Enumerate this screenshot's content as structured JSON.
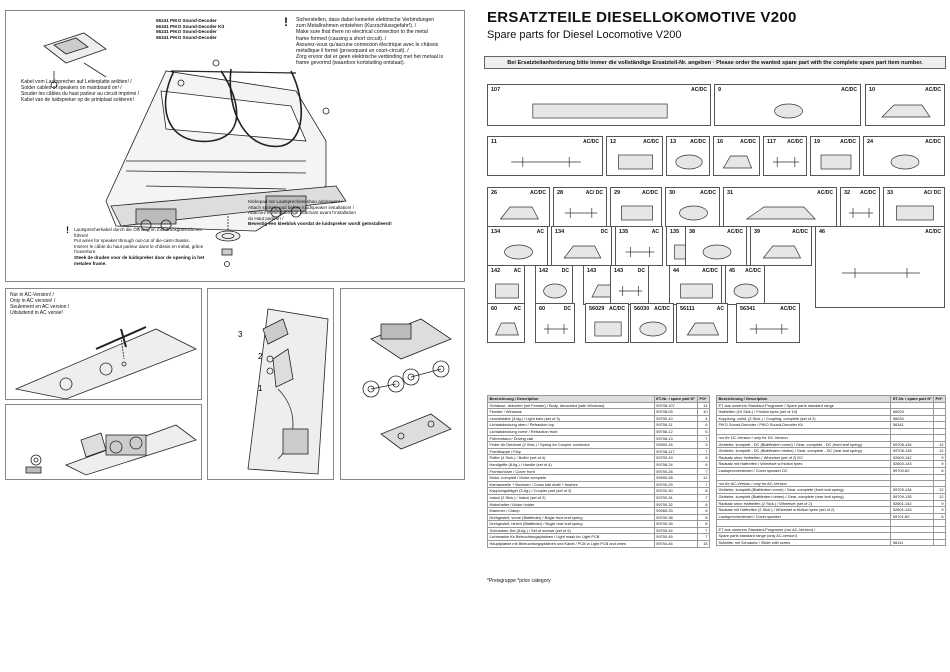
{
  "header": {
    "title": "ERSATZTEILE DIESELLOKOMOTIVE V200",
    "subtitle": "Spare parts for Diesel Locomotive V200",
    "banner": "Bei Ersatzteilanforderung bitte immer die vollständige Ersatzteil-Nr. angeben · Please order the wanted spare part with the complete spare part item number."
  },
  "top_left": {
    "decoder_lines": [
      "56241 PIKO Sound-Decoder",
      "56341 PIKO Sound-Decoder Kit",
      "56241 PIKO Sound-Decoder",
      "56341 PIKO Sound-Decoder"
    ],
    "warning_lines": [
      "Sicherstellen, dass dabei keinerlei elektrische Verbindungen",
      "zum Metallrahmen entstehen (Kurzschlussgefahr!). /",
      "Make sure that there no electrical connection to the metal",
      "frame formed (causing a short circuit). /",
      "Assurez-vous qu'aucune connexion électrique avec le châssis",
      "métallique il formé (provoquant un court-circuit). /",
      "Zorg ervoor dat er geen elektrische verbinding met het metaal is",
      "frame gevormd (waardoor kortsluiting ontstaat)."
    ],
    "speaker_cable_lines": [
      "Kabel vom Lautsprecher auf Leiterplatte anlöten! /",
      "Solder cables of speakers on mainboard on! /",
      "Souder les câbles du haut parleur au circuit imprimé /",
      "Kabel van de luidspreker op de printplaat solderen!"
    ],
    "adhesive_lines": [
      "Klebepad vor Lautsprechereinbau anbringen! /",
      "Attach sticking pad before loudspeaker installation! /",
      "Attachez le rembourrage attachant avant l'installation",
      "du Haut parleur! /",
      "Bevestig een kleeblok voordat de luidspreker wordt geïnstalleerd!"
    ],
    "bottom_warning_lines": [
      "Lautsprecherkabel durch die Öffnung im Zinkdruckgussrahmen führen!",
      "Put wires for speaker through out-cut of die-cast-chassis.",
      "Insérer le câble du haut parleur dans le châssis en métal, grâce l'ouverture.",
      "Steek de draden voor de luidspreker door de opening in het",
      "metalen frame."
    ]
  },
  "ac_note": {
    "lines": [
      "Nur in AC-Version! /",
      "Only in AC version! /",
      "Seulement en AC version /",
      "Uitsluitend in AC versie!"
    ]
  },
  "parts": [
    {
      "num": "107",
      "sys": "AC/DC"
    },
    {
      "num": "9",
      "sys": "AC/DC"
    },
    {
      "num": "10",
      "sys": "AC/DC"
    },
    {
      "num": "11",
      "sys": "AC/DC"
    },
    {
      "num": "12",
      "sys": "AC/DC"
    },
    {
      "num": "13",
      "sys": "AC/DC"
    },
    {
      "num": "16",
      "sys": "AC/DC"
    },
    {
      "num": "117",
      "sys": "AC/DC"
    },
    {
      "num": "19",
      "sys": "AC/DC"
    },
    {
      "num": "24",
      "sys": "AC/DC"
    },
    {
      "num": "26",
      "sys": "AC/DC"
    },
    {
      "num": "28",
      "sys": "AC/ DC"
    },
    {
      "num": "29",
      "sys": "AC/DC"
    },
    {
      "num": "30",
      "sys": "AC/DC"
    },
    {
      "num": "31",
      "sys": "AC/DC"
    },
    {
      "num": "32",
      "sys": "AC/DC"
    },
    {
      "num": "33",
      "sys": "AC/ DC"
    },
    {
      "num": "134",
      "sys": "AC"
    },
    {
      "num": "134",
      "sys": "DC"
    },
    {
      "num": "135",
      "sys": "AC"
    },
    {
      "num": "135",
      "sys": "DC"
    },
    {
      "num": "38",
      "sys": "AC/DC"
    },
    {
      "num": "39",
      "sys": "AC/DC"
    },
    {
      "num": "46",
      "sys": "AC/DC"
    },
    {
      "num": "142",
      "sys": "AC"
    },
    {
      "num": "142",
      "sys": "DC"
    },
    {
      "num": "143",
      "sys": "AC"
    },
    {
      "num": "143",
      "sys": "DC"
    },
    {
      "num": "44",
      "sys": "AC/DC"
    },
    {
      "num": "45",
      "sys": "AC/DC"
    },
    {
      "num": "60",
      "sys": "AC"
    },
    {
      "num": "60",
      "sys": "DC"
    },
    {
      "num": "56029",
      "sys": "AC/DC"
    },
    {
      "num": "56030",
      "sys": "AC/DC"
    },
    {
      "num": "56111",
      "sys": "AC"
    },
    {
      "num": "56341",
      "sys": "AC/DC"
    }
  ],
  "table_left": {
    "headers": [
      "Bezeichnung / Description",
      "ET-Nr. / spare part Nº",
      "PG*"
    ],
    "rows": [
      [
        "Gehäuse, dekoriert (mit Fenster) / Body, decorated (with Windows)",
        "59708-107",
        "14"
      ],
      [
        "Fenster / Windows",
        "59708-09",
        "10"
      ],
      [
        "Leuchtstäbe (3-tlg.) / Light bars (set of 3)",
        "59700-10",
        "4"
      ],
      [
        "Lichtabdeckung oben / Refraction top",
        "59708-11",
        "6"
      ],
      [
        "Lichtabdeckung vorne / Refraction front",
        "59708-12",
        "6"
      ],
      [
        "Führerstand / Driving cab",
        "59708-13",
        "7"
      ],
      [
        "Feder für Deichsel (2 Stck.) / Spring for Coupler connector",
        "59900-16",
        "3"
      ],
      [
        "Frontklappe / Flap",
        "59708-117",
        "7"
      ],
      [
        "Puffer (4 Stck.) / Buffer (set of 4)",
        "59700-19",
        "6"
      ],
      [
        "Handgriffe (8-tlg.) / Handle (set of 4)",
        "59708-24",
        "8"
      ],
      [
        "Frontschürze / Cover front",
        "59700-26",
        "7"
      ],
      [
        "Motor, komplett / Motor complete",
        "59900-28",
        "12"
      ],
      [
        "Kardanwelle + Buchsen / Cross ball shaft + bushes",
        "59700-29",
        "7"
      ],
      [
        "Kupplungsträger (3-tlg.) / Coupler part (set of 3)",
        "59700-30",
        "8"
      ],
      [
        "Induxi (2 Stck.) / Induxi (set of 2)",
        "59700-31",
        "7"
      ],
      [
        "Motorhalter / Motor holder",
        "59700-32",
        "8"
      ],
      [
        "Klammer / Clamp",
        "59060-33",
        "6"
      ],
      [
        "Drehgestell, vorne (Blattfeder) / Bogie front leaf spring",
        "59700-38",
        "8"
      ],
      [
        "Drehgestell, hinten (Blattfeder) / Bogie rear leaf spring",
        "59700-39",
        "8"
      ],
      [
        "Schrauben-Set (8-tlg.) / Set of screws (set of 6)",
        "59700-44",
        "7"
      ],
      [
        "Lichtmaske für Beleuchtungsplatinen / Light mask for Light PCB",
        "59700-45",
        "7"
      ],
      [
        "Hauptplatine mit Beleuchtungsplatinen und Kabel / PCB w Light PCB and wires",
        "59704-46",
        "15"
      ]
    ]
  },
  "table_right": {
    "headers": [
      "Bezeichnung / Description",
      "ET-Nr. / spare part Nº",
      "PG*"
    ],
    "rows": [
      [
        "ET aus unserem Standard-Programm / Spare parts standard range",
        "",
        ""
      ],
      [
        "Haftreifen (10 Stck.) / Friction tyres (set of 10)",
        "56029",
        ""
      ],
      [
        "Kupplung, vollst. (2 Stck.) / Coupling, complete (set of 2)",
        "56030",
        ""
      ],
      [
        "PIKO Sound-Decoder / PIKO Sound-Decoder Kit",
        "56341",
        ""
      ],
      [
        "",
        "",
        ""
      ],
      [
        "nur für DC-Version / only for DC-Version",
        "",
        ""
      ],
      [
        "Getriebe, komplett - DC (Blattfedern vorne) / Gear, complete - DC (front leaf spring)",
        "59708-134",
        "12"
      ],
      [
        "Getriebe, komplett - DC (Blattfedern hinten) / Gear, complete - DC (rear leaf spring)",
        "59708-135",
        "12"
      ],
      [
        "Radsatz ohne Haftreifen / Wheelset (set of 2) DC",
        "52600-142",
        "9"
      ],
      [
        "Radsatz mit Haftreifen / Wheelset w friction tyres",
        "52600-143",
        "9"
      ],
      [
        "Lautsprecherdeckel / Cover speaker DC",
        "59700-60",
        "6"
      ],
      [
        "",
        "",
        ""
      ],
      [
        "nur für AC-Version / only for AC-Version",
        "",
        ""
      ],
      [
        "Getriebe, komplett (Blattfedern vorne) / Gear, complete (front leaf spring)",
        "59709-134",
        "12"
      ],
      [
        "Getriebe, komplett (Blattfedern hinten) / Gear, complete (rear leaf spring)",
        "59709-135",
        "12"
      ],
      [
        "Radsatz ohne Haftreifen (2 Stck.) / Wheelset (set of 2)",
        "52601-142",
        "9"
      ],
      [
        "Radsatz mit Haftreifen (2 Stck.) / Wheelset w friction tyres (set of 2)",
        "52601-143",
        "9"
      ],
      [
        "Lautsprecherdeckel / Cover speaker",
        "59701-60",
        "6"
      ],
      [
        "",
        "",
        ""
      ],
      [
        "ET aus unserem Standard-Programm (nur AC-Version) /",
        "",
        ""
      ],
      [
        "Spare parts standard range (only AC-version)",
        "",
        ""
      ],
      [
        "Schleifer mit Schraube / Slider with screw",
        "56111",
        ""
      ]
    ]
  },
  "footnote": "*Preisgruppe *price category"
}
